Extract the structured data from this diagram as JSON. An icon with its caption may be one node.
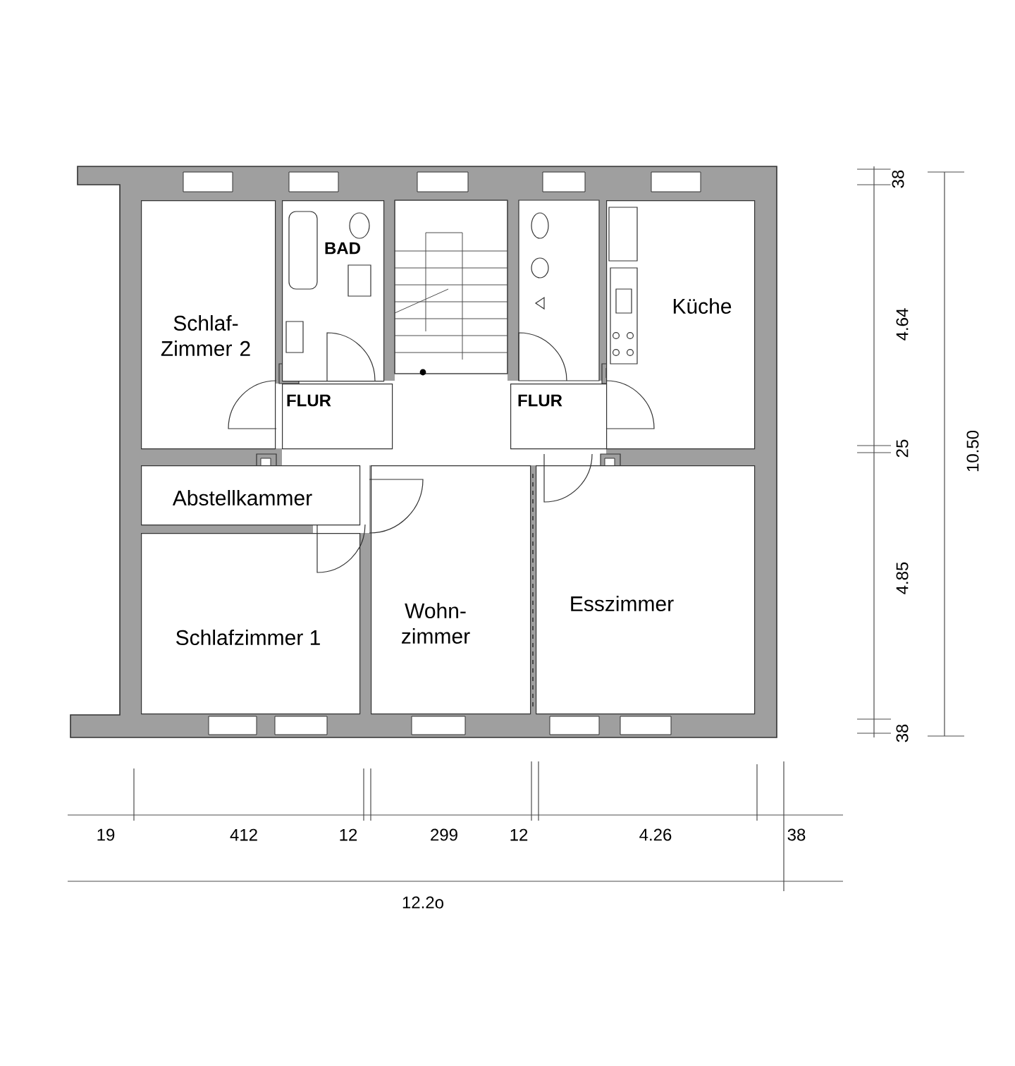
{
  "diagram": {
    "nodes": [
      {
        "text": [
          "Schlaf- Zimmer 2"
        ]
      },
      {
        "text": [
          "BAD"
        ]
      },
      {
        "text": [
          "FLUR"
        ]
      },
      {
        "text": [
          "FLUR"
        ]
      },
      {
        "text": [
          "Küche"
        ]
      },
      {
        "text": [
          "Abstellkammer"
        ]
      },
      {
        "text": [
          "Schlafzimmer 1"
        ]
      },
      {
        "text": [
          "Wohn- zimmer"
        ]
      },
      {
        "text": [
          "Esszimmer"
        ]
      }
    ],
    "labels": [
      "38",
      "4.64",
      "25",
      "4.85",
      "38",
      "10.50",
      "19",
      "412",
      "12",
      "299",
      "12",
      "4.26",
      "38",
      "12.2o"
    ]
  }
}
